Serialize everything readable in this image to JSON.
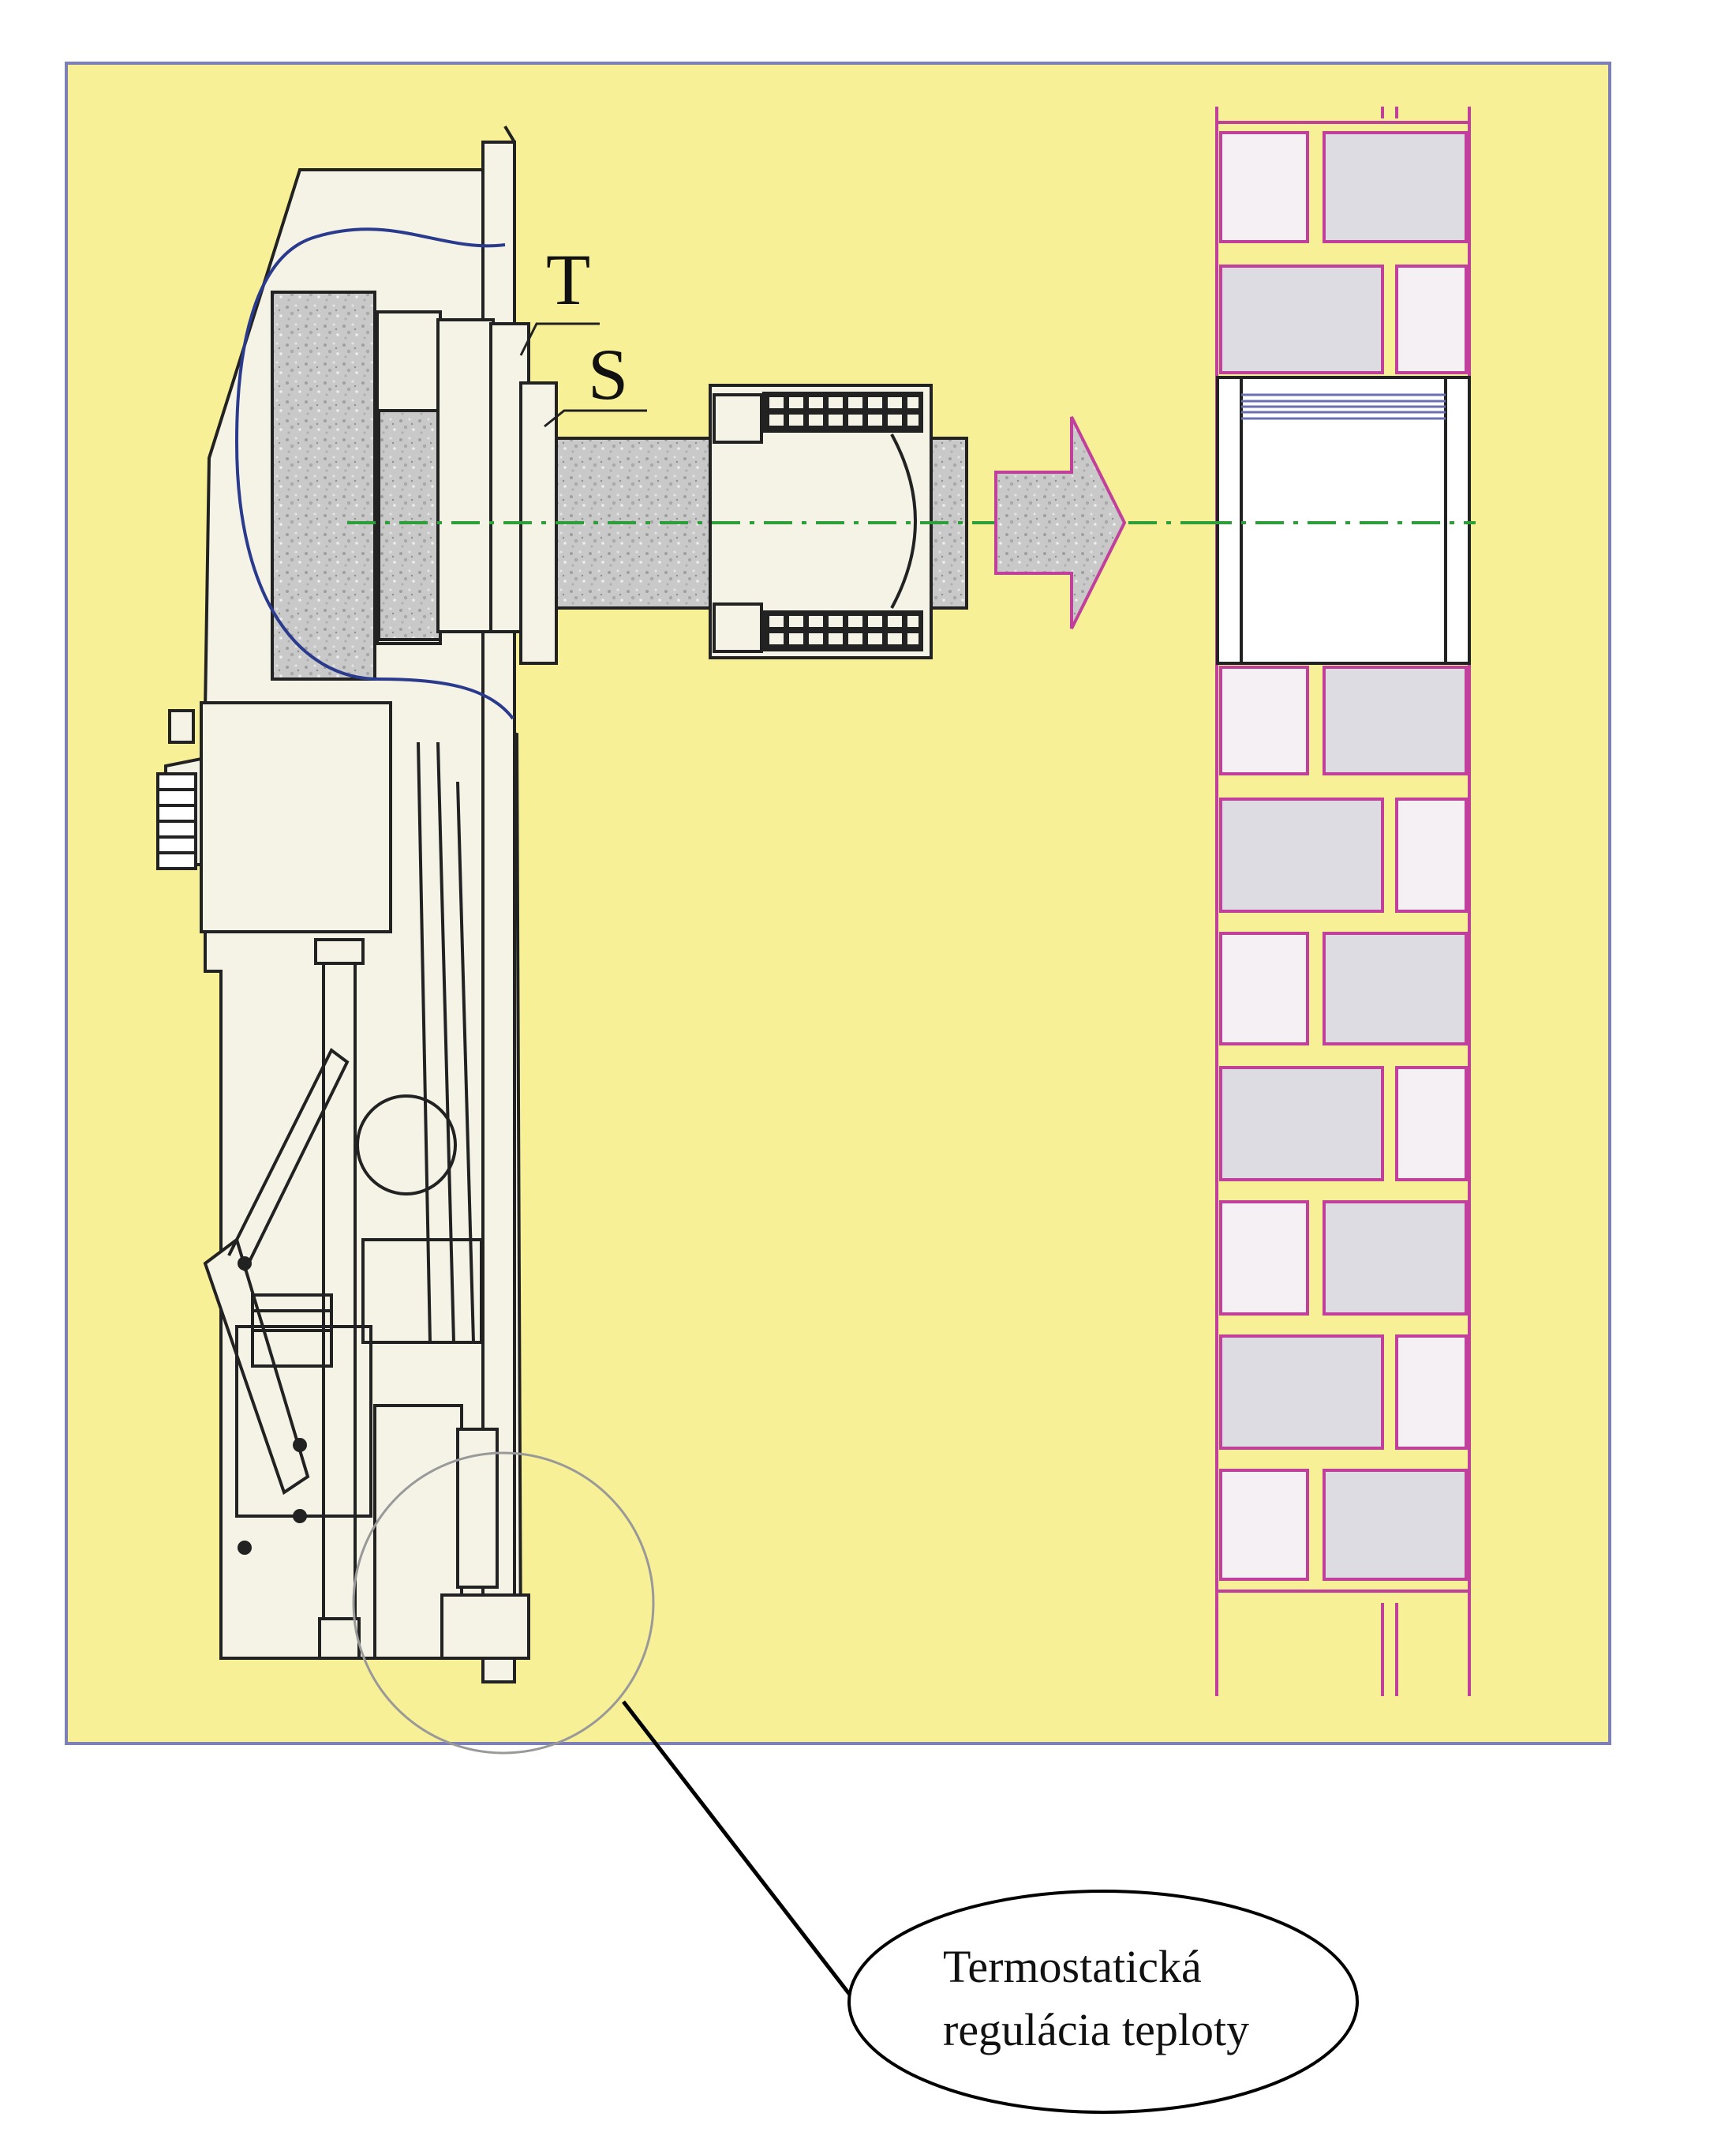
{
  "labels": {
    "t": "T",
    "s": "S"
  },
  "callout": {
    "line1": "Termostatická",
    "line2": "regulácia teploty"
  },
  "colors": {
    "panel_bg": "#f7f097",
    "panel_border": "#7d7fb8",
    "brick_mortar": "#c0409b",
    "brick_face_light": "#f4f0f4",
    "brick_face_grey": "#dcdce2",
    "duct_fill": "#c8c8c8",
    "centerline": "#2d9e3a",
    "inner_outline": "#2a3a8c",
    "callout_line": "#000000"
  },
  "icons": {
    "arrow": "flow-arrow-right-icon",
    "detail_circle": "detail-circle-icon"
  }
}
